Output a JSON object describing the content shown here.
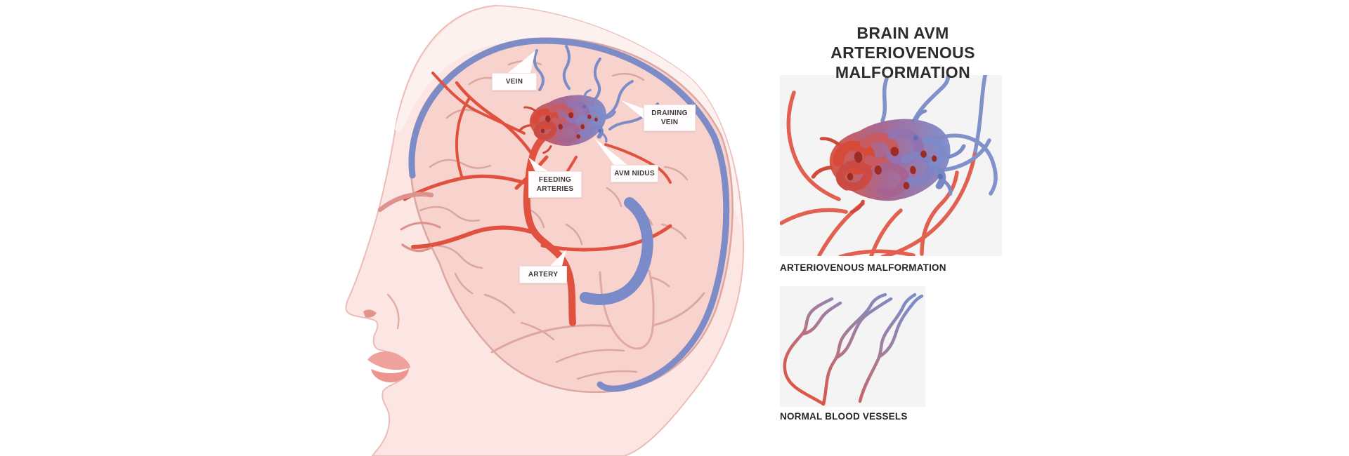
{
  "title": {
    "line1": "BRAIN AVM",
    "line2": "ARTERIOVENOUS MALFORMATION"
  },
  "diagram_labels": {
    "vein": "VEIN",
    "draining_vein": "DRAINING VEIN",
    "feeding_arteries": "FEEDING ARTERIES",
    "avm_nidus": "AVM NIDUS",
    "artery": "ARTERY"
  },
  "panels": [
    {
      "caption": "ARTERIOVENOUS MALFORMATION"
    },
    {
      "caption": "NORMAL BLOOD VESSELS"
    }
  ],
  "colors": {
    "artery_red": "#e0523f",
    "vein_blue": "#7d8cc6",
    "nidus_dark_red": "#9e2b22",
    "skin_pink": "#fbe6e3",
    "scalp_light": "#fdf1ef",
    "brain_pink": "#f8d3ce",
    "brain_outline": "#dca7a1",
    "panel_background": "#f5f4f4",
    "label_box": "#fffdfd",
    "text_dark": "#2d2c2b"
  }
}
